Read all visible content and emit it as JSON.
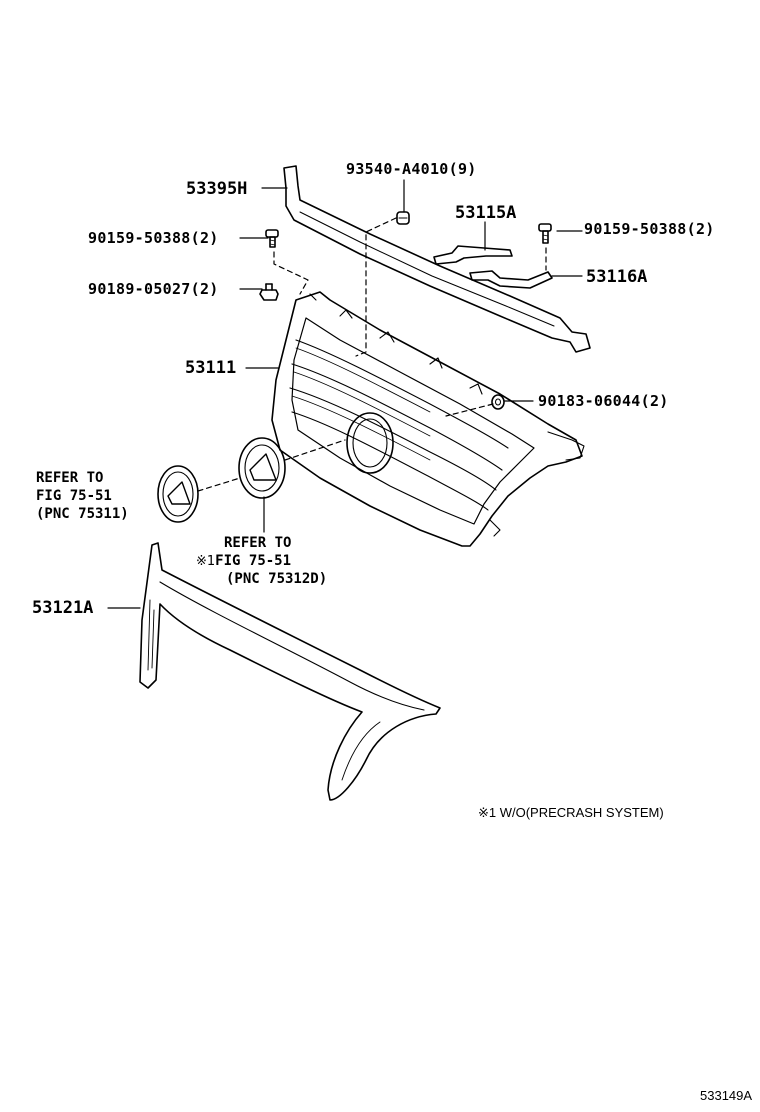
{
  "parts": {
    "p53395H": "53395H",
    "p93540": "93540-A4010(9)",
    "p53115A": "53115A",
    "p90159_left": "90159-50388(2)",
    "p90159_right": "90159-50388(2)",
    "p90189": "90189-05027(2)",
    "p53116A": "53116A",
    "p53111": "53111",
    "p90183": "90183-06044(2)",
    "p53121A": "53121A"
  },
  "refer_left": {
    "line1": "REFER TO",
    "line2": "FIG 75-51",
    "line3": "(PNC 75311)"
  },
  "refer_right": {
    "line1": "REFER TO",
    "mark": "※1",
    "line2": "FIG 75-51",
    "line3": "(PNC 75312D)"
  },
  "footnote": "※1 W/O(PRECRASH SYSTEM)",
  "diagram_id": "533149A",
  "colors": {
    "ink": "#000000",
    "paper": "#ffffff"
  }
}
